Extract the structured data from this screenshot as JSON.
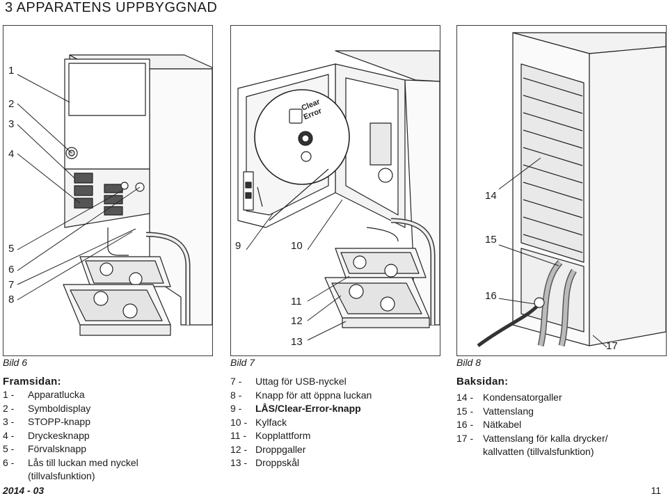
{
  "page": {
    "heading": "3 APPARATENS UPPBYGGNAD",
    "footer_date": "2014 - 03",
    "page_number": "11"
  },
  "figure1": {
    "callouts": [
      "1",
      "2",
      "3",
      "4",
      "5",
      "6",
      "7",
      "8"
    ],
    "caption": "Bild 6",
    "title": "Framsidan:",
    "items": [
      {
        "n": "1 - ",
        "t": "Apparatlucka"
      },
      {
        "n": "2 - ",
        "t": "Symboldisplay"
      },
      {
        "n": "3 - ",
        "t": "STOPP-knapp"
      },
      {
        "n": "4 - ",
        "t": "Dryckesknapp"
      },
      {
        "n": "5 - ",
        "t": "Förvalsknapp"
      },
      {
        "n": "6 - ",
        "t": "Lås till luckan med nyckel"
      },
      {
        "n": "",
        "t": "(tillvalsfunktion)"
      }
    ]
  },
  "figure2": {
    "callouts": [
      "9",
      "10",
      "11",
      "12",
      "13"
    ],
    "sticker_line1": "Clear",
    "sticker_line2": "Error",
    "caption": "Bild 7",
    "items": [
      {
        "n": "7 - ",
        "t": "Uttag för USB-nyckel"
      },
      {
        "n": "8 - ",
        "t": "Knapp för att öppna luckan"
      },
      {
        "n": "9 - ",
        "t": "LÅS/Clear-Error-knapp"
      },
      {
        "n": "10 - ",
        "t": "Kylfack"
      },
      {
        "n": "11 - ",
        "t": "Kopplattform"
      },
      {
        "n": "12 - ",
        "t": "Droppgaller"
      },
      {
        "n": "13 - ",
        "t": "Droppskål"
      }
    ]
  },
  "figure3": {
    "callouts": [
      "14",
      "15",
      "16",
      "17"
    ],
    "caption": "Bild 8",
    "title": "Baksidan:",
    "items": [
      {
        "n": "14 - ",
        "t": "Kondensatorgaller"
      },
      {
        "n": "15 - ",
        "t": "Vattenslang"
      },
      {
        "n": "16 - ",
        "t": "Nätkabel"
      },
      {
        "n": "17 - ",
        "t": "Vattenslang för kalla drycker/"
      },
      {
        "n": "",
        "t": "kallvatten (tillvalsfunktion)"
      }
    ]
  }
}
